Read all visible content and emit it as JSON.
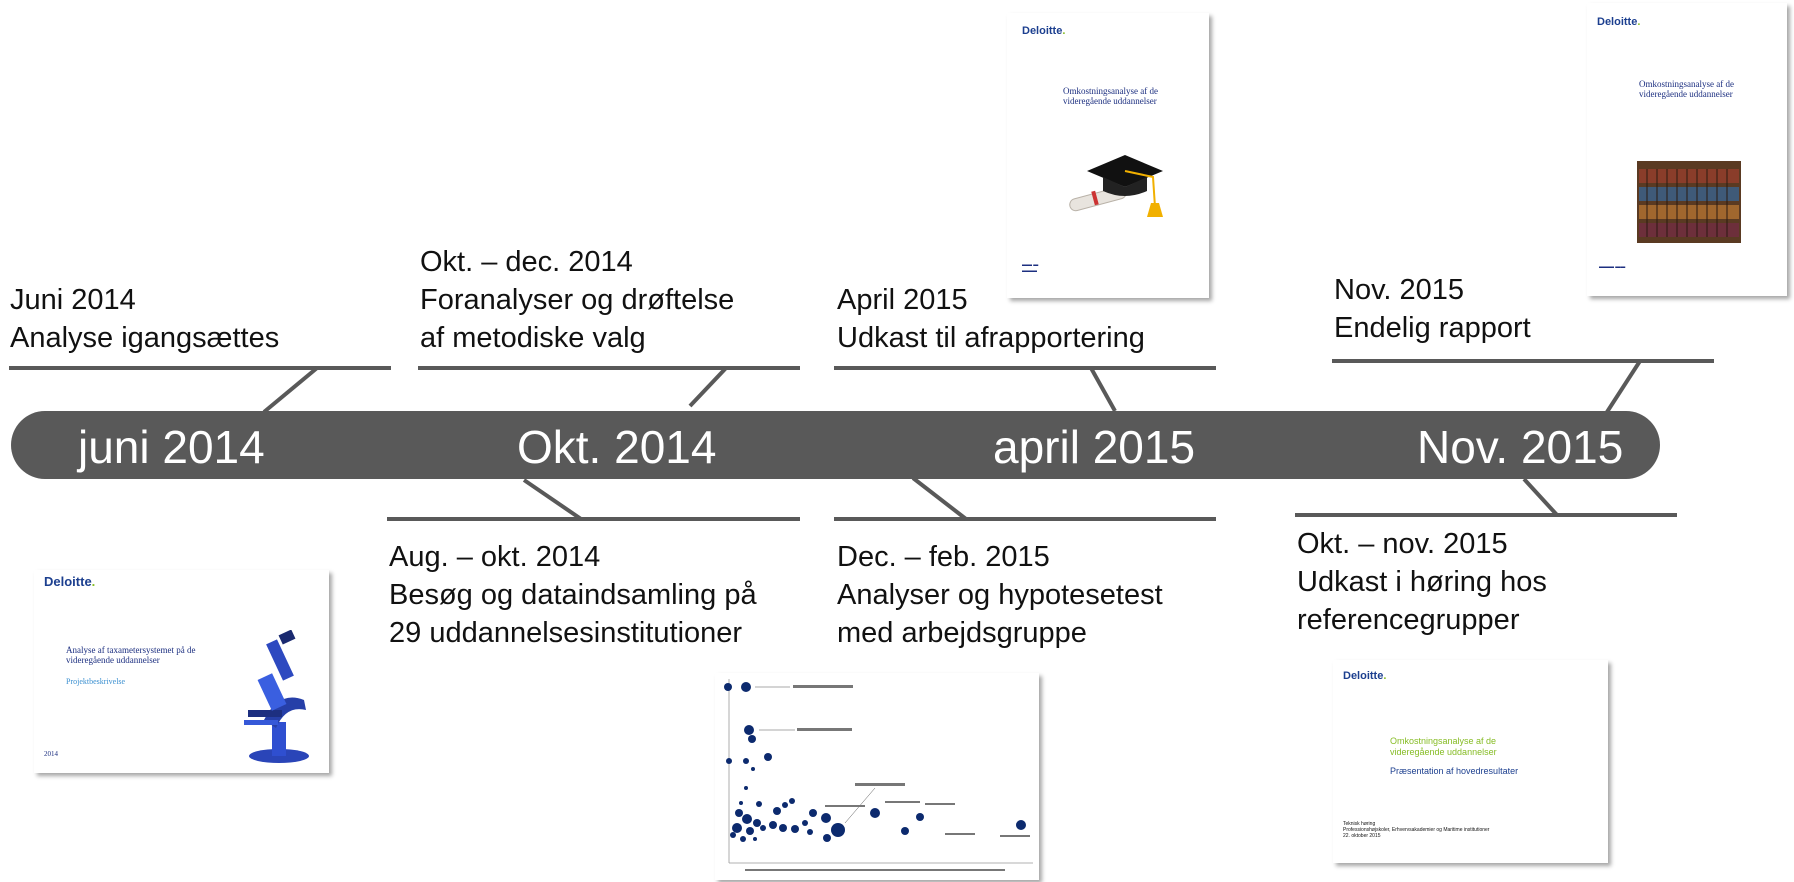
{
  "timeline": {
    "color": "#595959",
    "labels": [
      "juni 2014",
      "Okt. 2014",
      "april 2015",
      "Nov. 2015"
    ]
  },
  "events_above": [
    {
      "date": "Juni 2014",
      "desc": [
        "Analyse igangsættes"
      ]
    },
    {
      "date": "Okt. – dec. 2014",
      "desc": [
        "Foranalyser og drøftelse",
        "af metodiske valg"
      ]
    },
    {
      "date": "April 2015",
      "desc": [
        "Udkast til afrapportering"
      ]
    },
    {
      "date": "Nov.  2015",
      "desc": [
        "Endelig rapport"
      ]
    }
  ],
  "events_below": [
    {
      "date": "Aug. – okt. 2014",
      "desc": [
        "Besøg og dataindsamling på",
        "29 uddannelsesinstitutioner"
      ]
    },
    {
      "date": "Dec. – feb. 2015",
      "desc": [
        "Analyser og hypotesetest",
        "med arbejdsgruppe"
      ]
    },
    {
      "date": "Okt. – nov. 2015",
      "desc": [
        "Udkast i høring hos",
        "referencegrupper"
      ]
    }
  ],
  "documents": {
    "doc1": {
      "logo": "Deloitte",
      "title": "Analyse af taxametersystemet på de videregående uddannelser",
      "subtitle": "Projektbeskrivelse",
      "year": "2014",
      "image_icon": "microscope-icon"
    },
    "doc2": {
      "logo": "Deloitte",
      "title": "Omkostningsanalyse af de videregående uddannelser",
      "image_icon": "graduation-cap-icon"
    },
    "doc3": {
      "logo": "Deloitte",
      "title": "Omkostningsanalyse af de videregående uddannelser",
      "image_icon": "bookshelf-icon"
    },
    "doc4": {
      "logo": "Deloitte",
      "title": "Omkostningsanalyse af de videregående uddannelser",
      "subtitle": "Præsentation af hovedresultater",
      "footer": [
        "Teknisk høring",
        "Professionshøjskoler, Erhvervsakademier og Maritime institutioner",
        "22. oktober 2015"
      ]
    },
    "scatter": {
      "image_icon": "scatter-plot-thumbnail"
    }
  }
}
